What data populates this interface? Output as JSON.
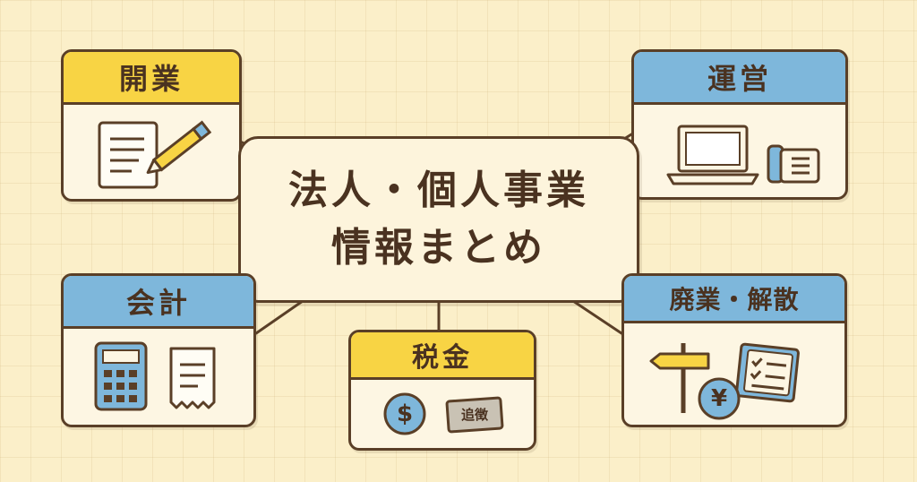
{
  "title": {
    "line1": "法人・個人事業",
    "line2": "情報まとめ"
  },
  "nodes": {
    "kaigyo": {
      "label": "開業"
    },
    "unei": {
      "label": "運営"
    },
    "kaikei": {
      "label": "会計"
    },
    "zeikin": {
      "label": "税金",
      "dollar": "$",
      "note": "追徴"
    },
    "haigyo": {
      "label": "廃業・解散",
      "yen": "¥"
    }
  },
  "colors": {
    "background": "#fbefc9",
    "outline": "#5a3f27",
    "yellow_header": "#f8d444",
    "blue_header": "#7eb7db",
    "box_fill": "#fdf6e3"
  }
}
